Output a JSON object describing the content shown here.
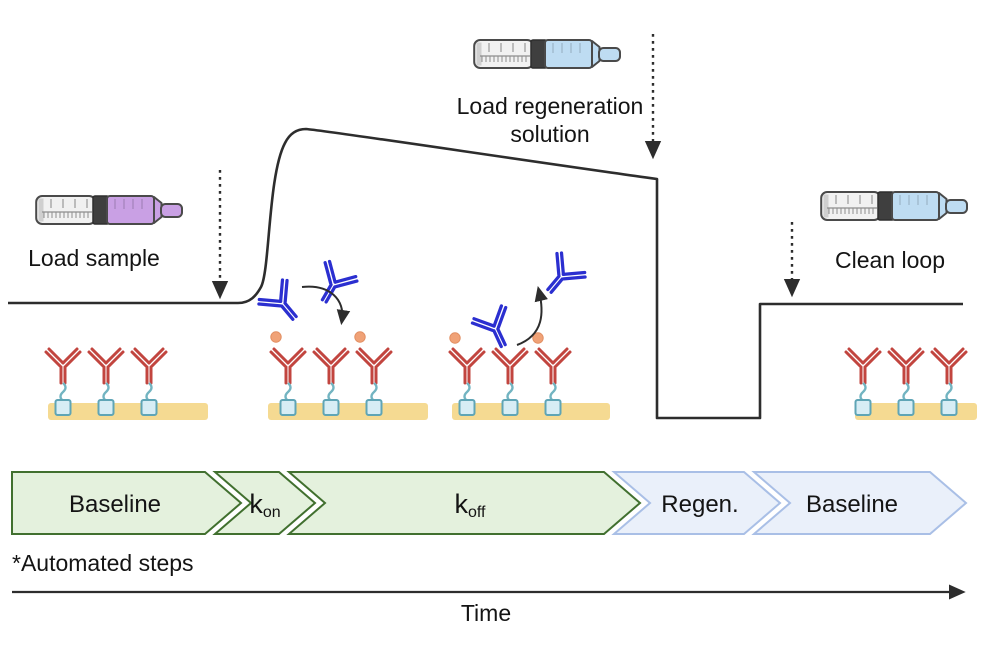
{
  "labels": {
    "load_sample": "Load sample",
    "load_regeneration_1": "Load regeneration",
    "load_regeneration_2": "solution",
    "clean_loop": "Clean loop",
    "automated_steps": "*Automated steps",
    "time_axis_label": "Time"
  },
  "timeline": {
    "segments": [
      {
        "label": "Baseline",
        "sub": "",
        "theme": "green"
      },
      {
        "label": "k",
        "sub": "on",
        "theme": "green"
      },
      {
        "label": "k",
        "sub": "off",
        "theme": "green"
      },
      {
        "label": "Regen.",
        "sub": "",
        "theme": "blue"
      },
      {
        "label": "Baseline",
        "sub": "",
        "theme": "blue"
      }
    ]
  },
  "colors": {
    "text": "#141414",
    "curve": "#2d2d2d",
    "arrow": "#2d2d2d",
    "red_antibody": "#c2453f",
    "blue_antibody": "#2b2fd0",
    "tether": "#72b4c1",
    "square_fill": "#d7edf5",
    "square_border": "#5fa5b6",
    "surface": "#f5da92",
    "analyte": "#f0a277",
    "analyte_border": "#e28f63",
    "syringe_purple": "#c9a0e4",
    "syringe_blue": "#bedcf2",
    "timeline_green_fill": "#e4f1dd",
    "timeline_green_border": "#41702f",
    "timeline_blue_fill": "#eaf0fa",
    "timeline_blue_border": "#a9bfe6"
  }
}
